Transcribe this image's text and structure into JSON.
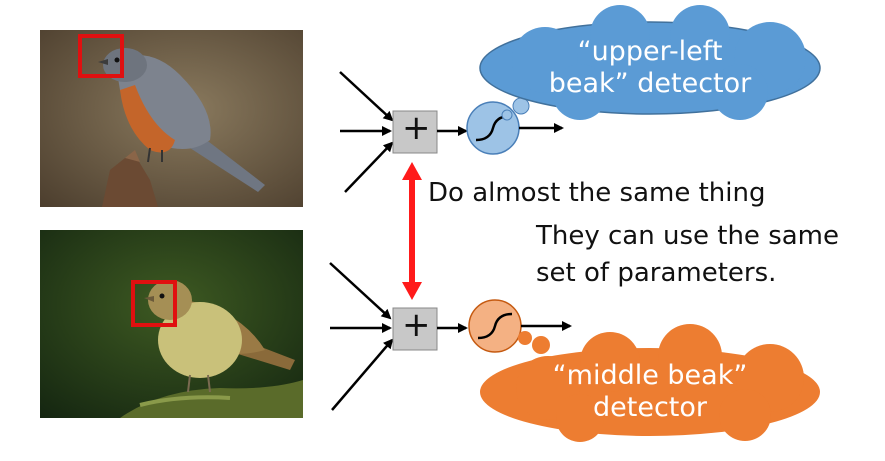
{
  "top_cloud": {
    "line1": "“upper-left",
    "line2": "beak” detector",
    "color": "#5b9bd5"
  },
  "bottom_cloud": {
    "line1": "“middle beak”",
    "line2": "detector",
    "color": "#ed7d31"
  },
  "captions": {
    "same_thing": "Do almost the same thing",
    "parameters_line1": "They can use the same",
    "parameters_line2": "set of parameters."
  },
  "adder_symbol": "+",
  "colors": {
    "highlight_box": "#e01010",
    "arrow": "#ff1a1a",
    "neuron_top": "#9dc3e6",
    "neuron_bottom": "#f4b183"
  },
  "icons": [
    "sigmoid-icon",
    "plus-icon",
    "arrow-icon",
    "cloud-icon"
  ]
}
